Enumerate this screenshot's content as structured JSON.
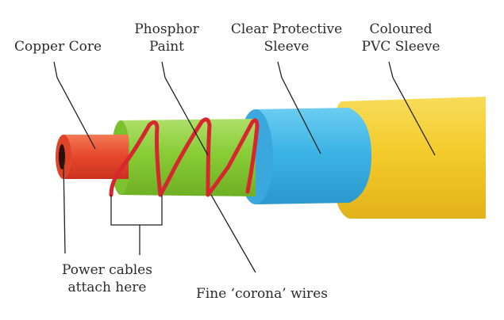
{
  "diagram": {
    "labels": {
      "copper_core": "Copper Core",
      "phosphor_paint": [
        "Phosphor",
        "Paint"
      ],
      "clear_sleeve": [
        "Clear Protective",
        "Sleeve"
      ],
      "pvc_sleeve": [
        "Coloured",
        "PVC Sleeve"
      ],
      "power_cables": [
        "Power cables",
        "attach here"
      ],
      "corona_wires": "Fine ‘corona’ wires"
    },
    "colors": {
      "copper": "#e8492c",
      "phosphor": "#8fd13a",
      "clear_sleeve": "#3fb6e6",
      "pvc": "#f3c930",
      "wire": "#d6262e",
      "leader": "#222222"
    }
  }
}
